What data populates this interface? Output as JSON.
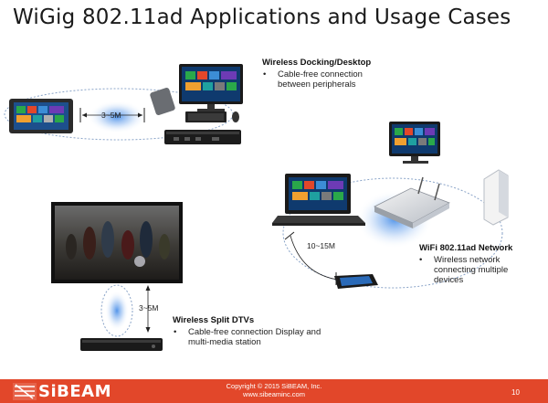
{
  "slide": {
    "title": "WiGig 802.11ad Applications and Usage Cases",
    "page_number": "10"
  },
  "docking": {
    "heading": "Wireless Docking/Desktop",
    "bullet_lines": [
      "Cable-free connection",
      "between peripherals"
    ],
    "distance": "3~5M"
  },
  "network": {
    "heading": "WiFi 802.11ad Network",
    "bullet_lines": [
      "Wireless network",
      "connecting multiple",
      "devices"
    ],
    "distance": "10~15M"
  },
  "split_dtv": {
    "heading": "Wireless Split DTVs",
    "bullet_lines": [
      "Cable-free connection Display and",
      "multi-media station"
    ],
    "distance": "3~5M"
  },
  "footer": {
    "logo_text": "SiBEAM",
    "copyright_line1": "Copyright © 2015 SiBEAM, Inc.",
    "copyright_line2": "www.sibeaminc.com",
    "bar_color": "#e2472a"
  }
}
